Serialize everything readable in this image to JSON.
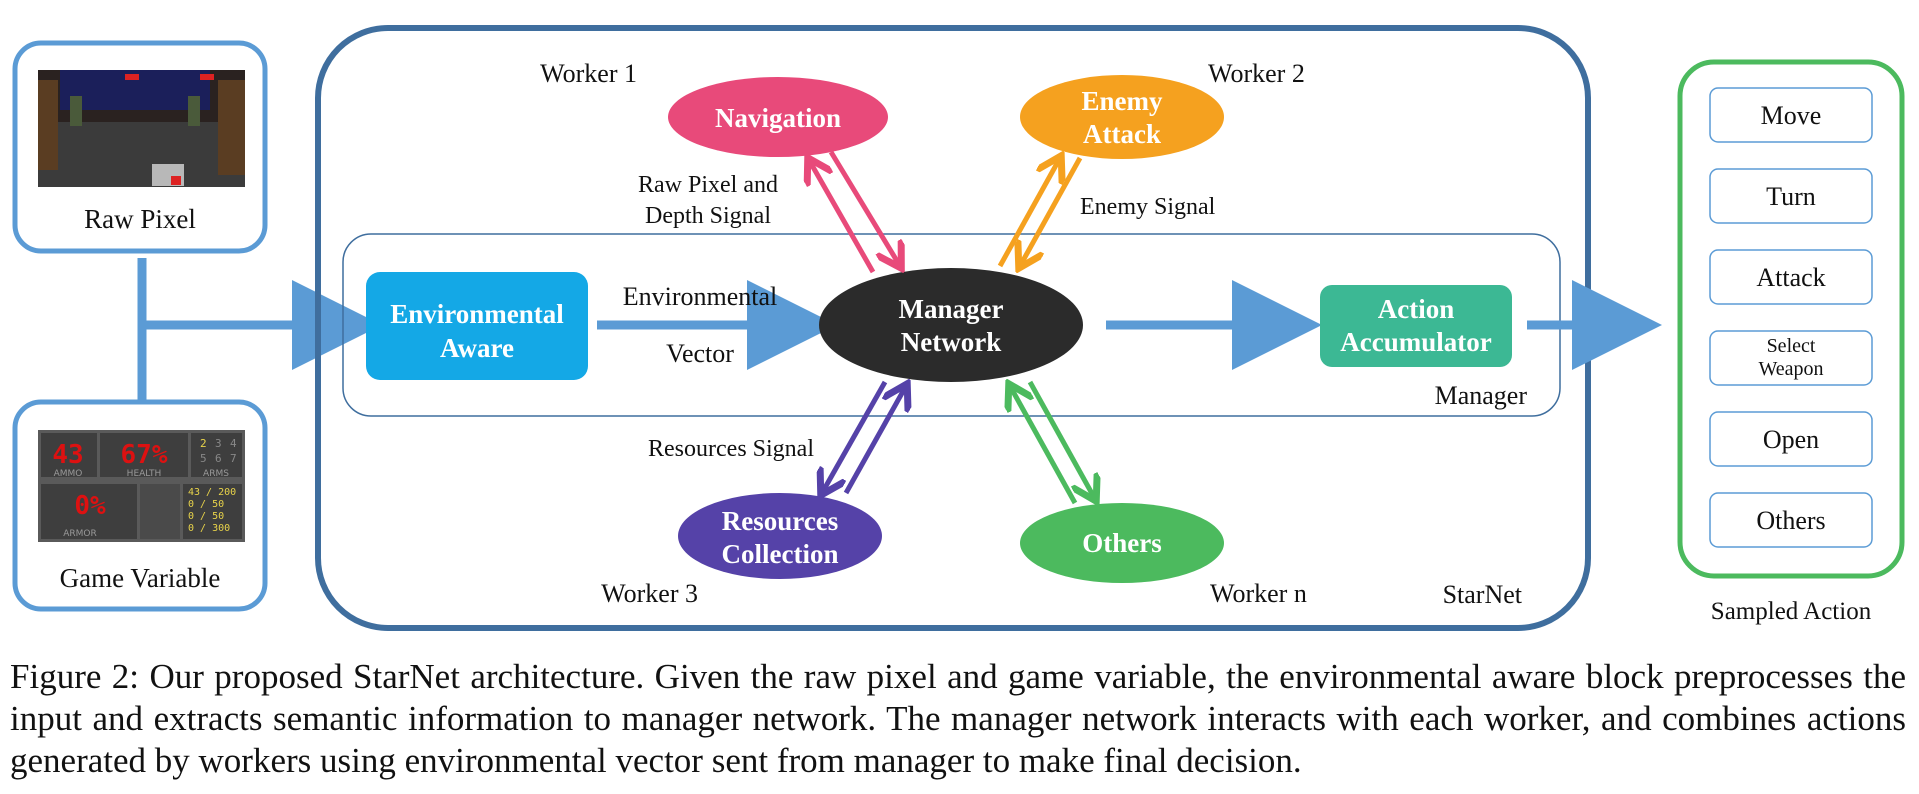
{
  "inputs": {
    "raw_pixel_label": "Raw Pixel",
    "game_variable_label": "Game Variable",
    "hud": {
      "ammo": "43",
      "health": "67%",
      "armor": "0%",
      "ammo_label": "AMMO",
      "health_label": "HEALTH",
      "arms_label": "ARMS",
      "armor_label": "ARMOR",
      "arms_slots": [
        "2",
        "3",
        "4",
        "5",
        "6",
        "7"
      ],
      "ammo_counts": [
        "43",
        "0",
        "0",
        "0"
      ],
      "ammo_max": [
        "200",
        "50",
        "50",
        "300"
      ]
    }
  },
  "starnet": {
    "label": "StarNet",
    "manager_label": "Manager",
    "env_aware": "Environmental|Aware",
    "env_vector_top": "Environmental",
    "env_vector_bottom": "Vector",
    "manager_network": "Manager|Network",
    "action_accumulator": "Action|Accumulator",
    "workers": [
      {
        "name": "Worker 1",
        "module": "Navigation",
        "signal": "Raw Pixel and|Depth Signal",
        "color": "#e84a7a"
      },
      {
        "name": "Worker 2",
        "module": "Enemy|Attack",
        "signal": "Enemy Signal",
        "color": "#f5a11f"
      },
      {
        "name": "Worker 3",
        "module": "Resources|Collection",
        "signal": "Resources Signal",
        "color": "#5542a8"
      },
      {
        "name": "Worker n",
        "module": "Others",
        "signal": "",
        "color": "#4cba5e"
      }
    ]
  },
  "sampled_action": {
    "label": "Sampled Action",
    "actions": [
      "Move",
      "Turn",
      "Attack",
      "Select|Weapon",
      "Open",
      "Others"
    ]
  },
  "caption": "Figure 2: Our proposed StarNet architecture. Given the raw pixel and game variable, the environmental aware block preprocesses the input and extracts semantic information to manager network. The manager network interacts with each worker, and combines actions generated by workers using environmental vector sent from manager to make final decision.",
  "colors": {
    "input_border": "#5b9bd5",
    "starnet_border": "#3f6e9e",
    "manager_border": "#3f6e9e",
    "env_aware_fill": "#14a8e6",
    "manager_fill": "#2b2b2b",
    "accumulator_fill": "#3cb894",
    "action_border": "#5b9bd5",
    "sampled_border": "#4cba5e",
    "flow_arrow": "#5b9bd5"
  }
}
